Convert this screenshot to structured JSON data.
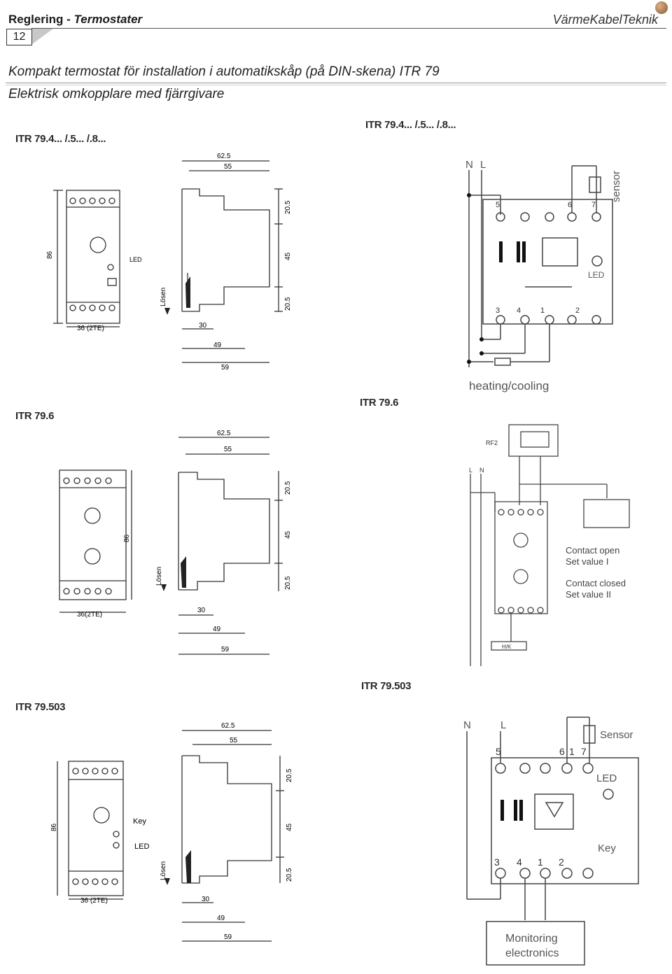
{
  "header": {
    "section": "Reglering - ",
    "section_italic": "Termostater",
    "brand": "VärmeKabelTeknik",
    "page_number": "12"
  },
  "title": "Kompakt termostat för installation i automatikskåp (på DIN-skena) ITR 79",
  "subtitle": "Elektrisk omkopplare med fjärrgivare",
  "panels": {
    "dim1": {
      "label": "ITR 79.4... /.5... /.8...",
      "h86": "86",
      "w36": "36 (2TE)",
      "d625": "62.5",
      "d55": "55",
      "d205a": "20.5",
      "d45": "45",
      "d205b": "20.5",
      "d30": "30",
      "d49": "49",
      "d59": "59",
      "losen": "Lösen",
      "led": "LED"
    },
    "wire1": {
      "label": "ITR 79.4... /.5... /.8...",
      "n": "N",
      "l": "L",
      "sensor": "sensor",
      "led": "LED",
      "t5": "5",
      "t6": "6",
      "t7": "7",
      "t3": "3",
      "t4": "4",
      "t1": "1",
      "t2": "2",
      "caption": "heating/cooling"
    },
    "dim2": {
      "label": "ITR 79.6",
      "h86": "86",
      "w36": "36(2TE)",
      "d625": "62.5",
      "d55": "55",
      "d205a": "20.5",
      "d45": "45",
      "d205b": "20.5",
      "d30": "30",
      "d49": "49",
      "d59": "59",
      "losen": "Lösen"
    },
    "wire2": {
      "label": "ITR 79.6",
      "rf2": "RF2",
      "l": "L",
      "n": "N",
      "c_open": "Contact open",
      "sv1": "Set value I",
      "c_closed": "Contact closed",
      "sv2": "Set value II",
      "hk": "H/K"
    },
    "dim3": {
      "label": "ITR 79.503",
      "h86": "86",
      "w36": "36 (2TE)",
      "d625": "62.5",
      "d55": "55",
      "d205a": "20.5",
      "d45": "45",
      "d205b": "20.5",
      "d30": "30",
      "d49": "49",
      "d59": "59",
      "losen": "Lösen",
      "key": "Key",
      "led": "LED"
    },
    "wire3": {
      "label": "ITR 79.503",
      "n": "N",
      "l": "L",
      "sensor": "Sensor",
      "led": "LED",
      "key": "Key",
      "t5": "5",
      "t6": "6",
      "t1a": "1",
      "t7": "7",
      "t3": "3",
      "t4": "4",
      "t1": "1",
      "t2": "2",
      "mon1": "Monitoring",
      "mon2": "electronics"
    }
  }
}
